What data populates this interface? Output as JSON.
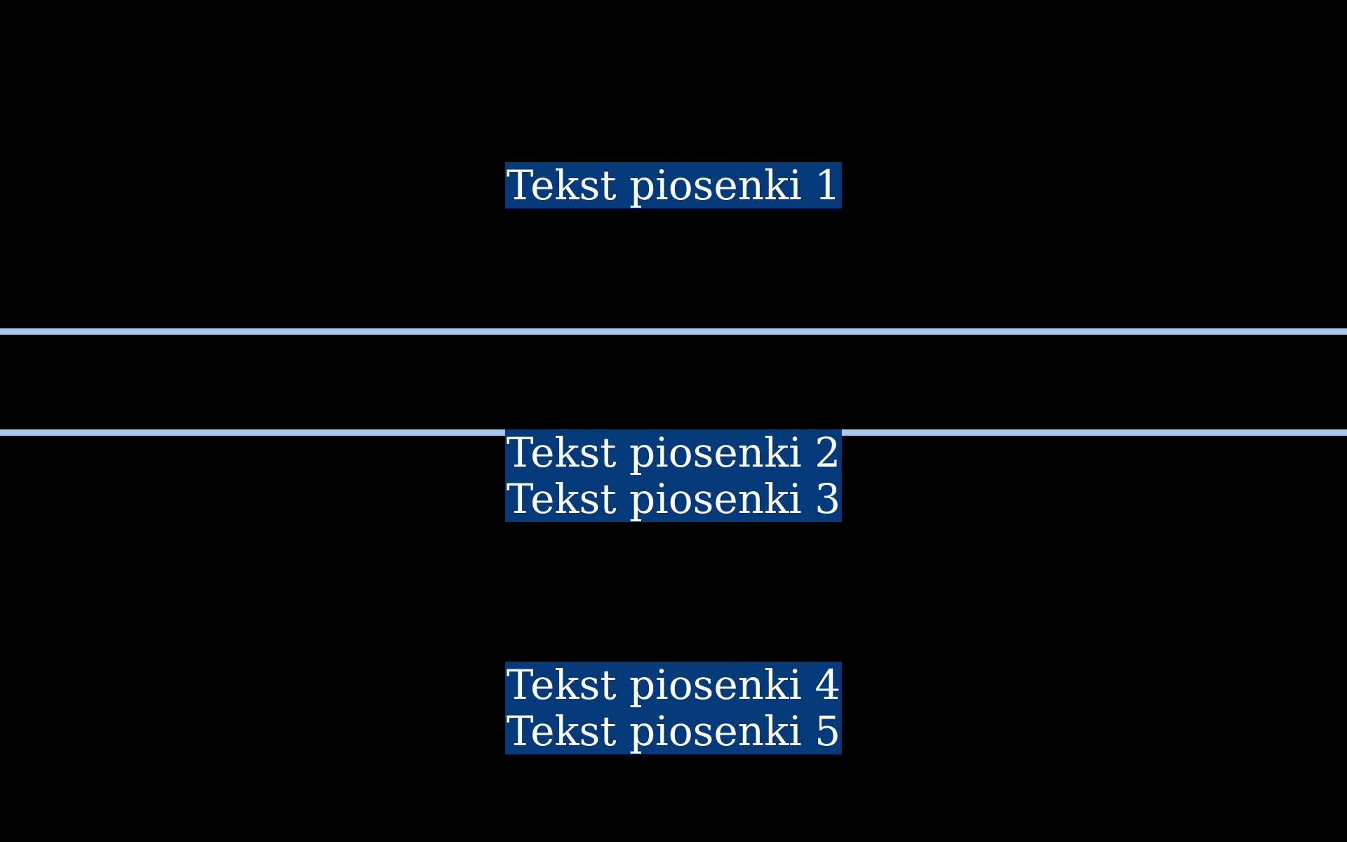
{
  "lyrics": {
    "block_1": [
      "Tekst piosenki 1"
    ],
    "block_2": [
      "Tekst piosenki 2",
      "Tekst piosenki 3"
    ],
    "block_3": [
      "Tekst piosenki 4",
      "Tekst piosenki 5"
    ]
  },
  "colors": {
    "background": "#000000",
    "text_highlight": "#043a7a",
    "text": "#ffffff",
    "guide_line": "#a9c8ee"
  }
}
